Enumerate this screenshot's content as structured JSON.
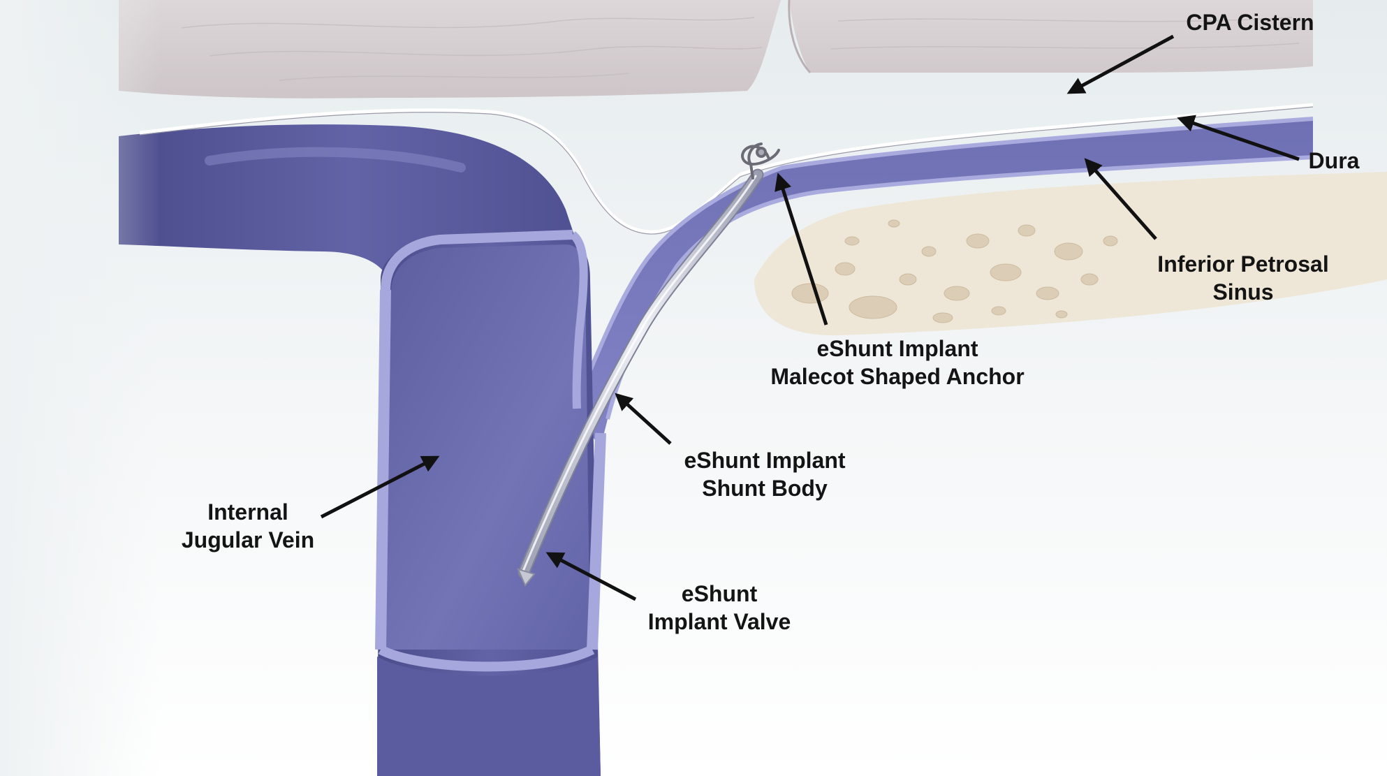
{
  "labels": {
    "cpa_cistern": "CPA Cistern",
    "dura": "Dura",
    "inferior_petrosal_sinus": {
      "line1": "Inferior Petrosal",
      "line2": "Sinus"
    },
    "anchor": {
      "line1": "eShunt Implant",
      "line2": "Malecot Shaped Anchor"
    },
    "shunt_body": {
      "line1": "eShunt Implant",
      "line2": "Shunt Body"
    },
    "internal_jugular_vein": {
      "line1": "Internal",
      "line2": "Jugular Vein"
    },
    "valve": {
      "line1": "eShunt",
      "line2": "Implant Valve"
    }
  },
  "colors": {
    "vein": "#5e5fa0",
    "vein_wall": "#9a9ad6",
    "vein_lumen": "#6e70b0",
    "brain": "#d6d0d2",
    "bone": "#eee7d8",
    "bone_pores": "#dccdb6",
    "arrow": "#111111",
    "shunt": "#d7d9e3"
  }
}
